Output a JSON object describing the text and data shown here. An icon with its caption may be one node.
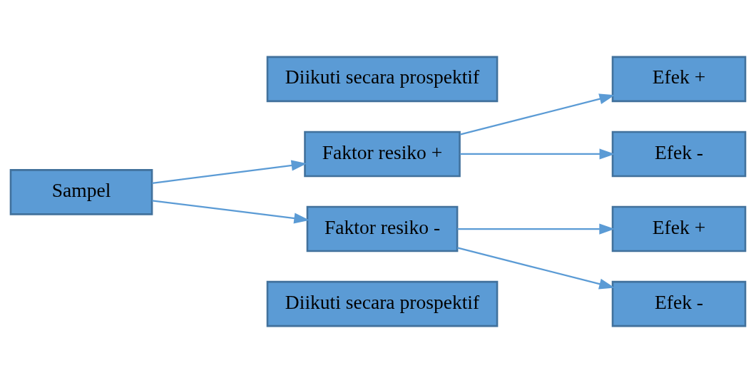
{
  "diagram": {
    "nodes": [
      {
        "text": [
          "Diikuti secara prospektif"
        ]
      },
      {
        "text": [
          "Efek +"
        ]
      },
      {
        "text": [
          "Faktor resiko +"
        ]
      },
      {
        "text": [
          "Efek -"
        ]
      },
      {
        "text": [
          "Sampel"
        ]
      },
      {
        "text": [
          "Diikuti secara prospektif"
        ]
      },
      {
        "text": [
          "Efek +"
        ]
      },
      {
        "text": [
          "Faktor resiko -"
        ]
      },
      {
        "text": [
          "Efek -"
        ]
      }
    ],
    "edges": [
      {
        "from": 4,
        "to": 2,
        "arrow": "to"
      },
      {
        "from": 4,
        "to": 7,
        "arrow": "to"
      },
      {
        "from": 2,
        "to": 1,
        "arrow": "to"
      },
      {
        "from": 2,
        "to": 3,
        "arrow": "to"
      },
      {
        "from": 7,
        "to": 6,
        "arrow": "to"
      },
      {
        "from": 7,
        "to": 8,
        "arrow": "to"
      }
    ]
  }
}
